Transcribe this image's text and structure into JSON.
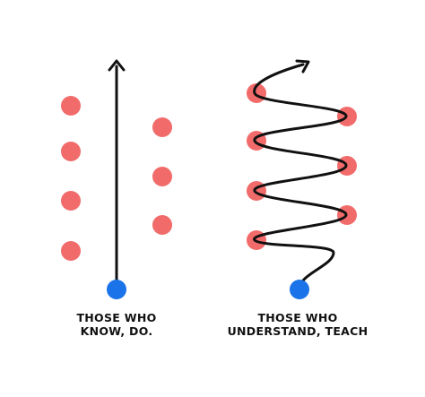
{
  "colors": {
    "dot": "#f26b6b",
    "start": "#1a73e8",
    "line": "#111111",
    "background": "#ffffff"
  },
  "captions": {
    "left": [
      "THOSE WHO",
      "KNOW, DO."
    ],
    "right": [
      "THOSE WHO",
      "UNDERSTAND, TEACH"
    ]
  }
}
